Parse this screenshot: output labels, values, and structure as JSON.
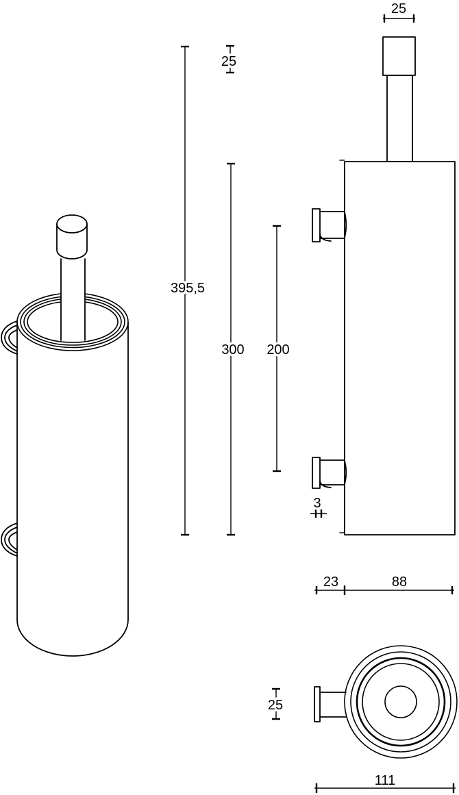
{
  "drawing": {
    "background": "#ffffff",
    "line_color": "#000000"
  },
  "dimensions": {
    "handle_top_width": "25",
    "handle_top_height": "25",
    "overall_height": "395,5",
    "body_height": "300",
    "bracket_spacing": "200",
    "wall_plate_thickness": "3",
    "bracket_protrusion": "23",
    "body_diameter": "88",
    "bracket_plate_height": "25",
    "overall_depth": "111"
  }
}
